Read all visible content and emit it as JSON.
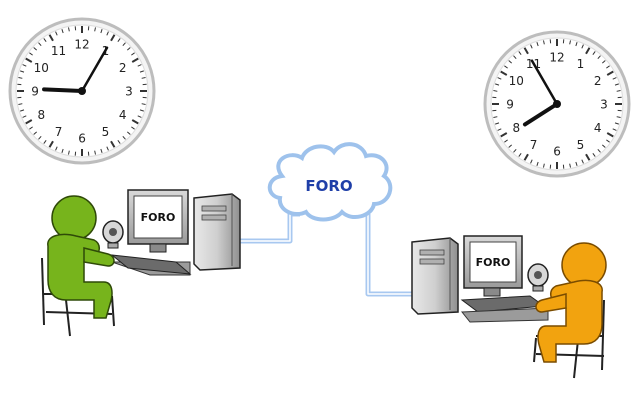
{
  "left_clock": {
    "numerals": [
      "12",
      "1",
      "2",
      "3",
      "4",
      "5",
      "6",
      "7",
      "8",
      "9",
      "10",
      "11"
    ],
    "hour": 9,
    "minute": 5
  },
  "right_clock": {
    "numerals": [
      "12",
      "1",
      "2",
      "3",
      "4",
      "5",
      "6",
      "7",
      "8",
      "9",
      "10",
      "11"
    ],
    "hour": 7,
    "minute": 55
  },
  "cloud": {
    "label": "FORO"
  },
  "left_station": {
    "screen_label": "FORO",
    "person_color": "#77b41c"
  },
  "right_station": {
    "screen_label": "FORO",
    "person_color": "#f2a30f"
  },
  "colors": {
    "cable": "#a8c8f0",
    "cloud_outline": "#9ec2ec",
    "cloud_text": "#1f3fa8"
  }
}
